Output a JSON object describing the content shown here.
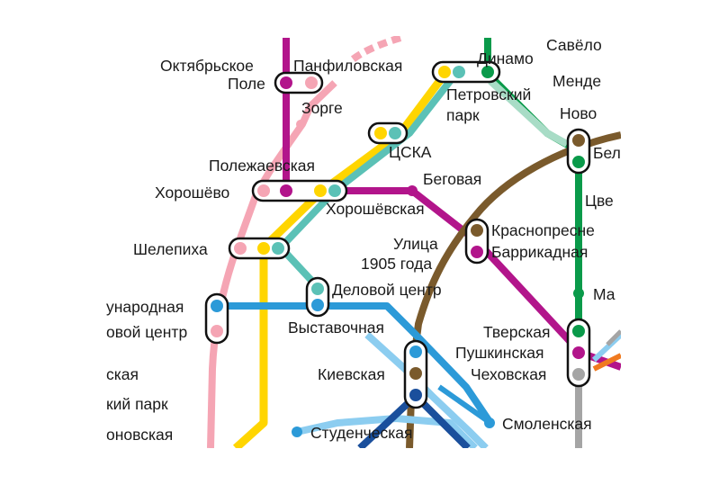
{
  "lines": {
    "magenta": {
      "color": "#b2158b"
    },
    "pink": {
      "color": "#f5a5b4"
    },
    "yellow": {
      "color": "#ffd500"
    },
    "teal": {
      "color": "#5bc1b6"
    },
    "green": {
      "color": "#0a9a4a"
    },
    "lightgreen": {
      "color": "#a8dcc6"
    },
    "brown": {
      "color": "#7a5a2c"
    },
    "blue": {
      "color": "#2c9ad8"
    },
    "lightblue": {
      "color": "#8ccdf0"
    },
    "darkblue": {
      "color": "#1a4f9c"
    },
    "gray": {
      "color": "#a5a5a5"
    },
    "orange": {
      "color": "#f07a20"
    }
  },
  "stations": {
    "oktyabrskoe_pole_line1": "Октябрьское",
    "oktyabrskoe_pole_line2": "Поле",
    "panfilovskaya": "Панфиловская",
    "zorge": "Зорге",
    "dinamo": "Динамо",
    "petrovsky_park_line1": "Петровский",
    "petrovsky_park_line2": "парк",
    "savelovskaya": "Савёло",
    "mendeleevskaya": "Менде",
    "novoslobodskaya": "Ново",
    "belorusskaya": "Бел",
    "tsska": "ЦСКА",
    "polezhaevskaya": "Полежаевская",
    "begovaya": "Беговая",
    "khoroshyovo": "Хорошёво",
    "khoroshyovskaya": "Хорошёвская",
    "tsvetnoy": "Цве",
    "krasnopresnenskaya": "Краснопресне",
    "barrikadnaya": "Баррикадная",
    "shelepikha": "Шелепиха",
    "ulitsa_1905_line1": "Улица",
    "ulitsa_1905_line2": "1905 года",
    "mezhdunarodnaya": "ународная",
    "delovoy_tsentr": "Деловой центр",
    "delovoy_tsentr_left": "овой центр",
    "mayakovskaya": "Ма",
    "vystavochnaya": "Выставочная",
    "tverskaya": "Тверская",
    "pushkinskaya": "Пушкинская",
    "kievskaya": "Киевская",
    "chekhovskaya": "Чеховская",
    "left_skaya": "ская",
    "left_kiy_park": "кий парк",
    "studencheskaya": "Студенческая",
    "smolenskaya": "Смоленская",
    "left_onovskaya": "оновская"
  }
}
